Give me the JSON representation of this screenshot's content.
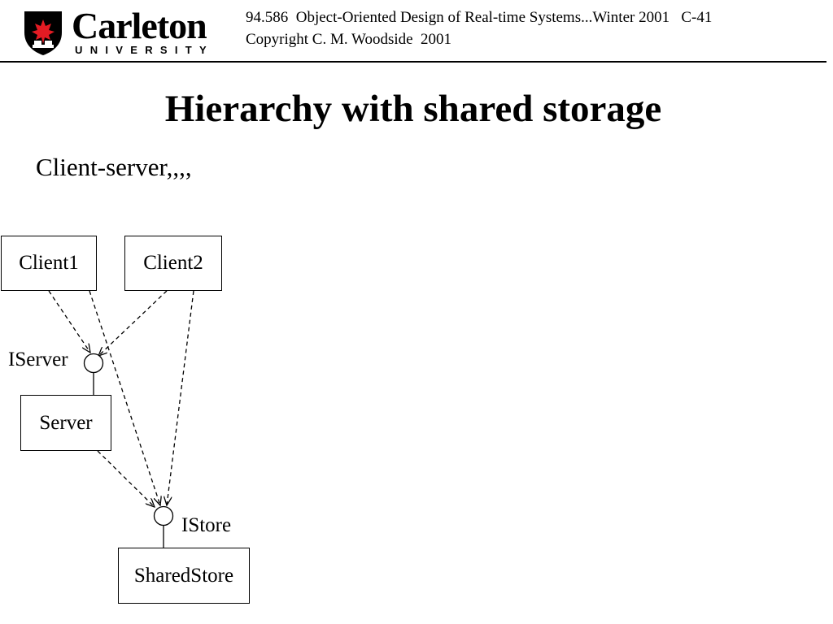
{
  "header": {
    "logo": {
      "wordmark": "Carleton",
      "subline": "UNIVERSITY",
      "brand_color": "#e31b23"
    },
    "course_line": "94.586  Object-Oriented Design of Real-time Systems...Winter 2001   C-41",
    "copyright_line": "Copyright C. M. Woodside  2001"
  },
  "slide": {
    "title": "Hierarchy with shared storage",
    "subtitle": "Client-server,,,,"
  },
  "diagram": {
    "nodes": {
      "client1": "Client1",
      "client2": "Client2",
      "server": "Server",
      "shared_store": "SharedStore"
    },
    "interfaces": {
      "iserver": "IServer",
      "istore": "IStore"
    },
    "dependencies": [
      {
        "from": "Client1",
        "to": "IServer",
        "style": "dashed-arrow"
      },
      {
        "from": "Client2",
        "to": "IServer",
        "style": "dashed-arrow"
      },
      {
        "from": "Client1",
        "to": "IStore",
        "style": "dashed-arrow"
      },
      {
        "from": "Client2",
        "to": "IStore",
        "style": "dashed-arrow"
      },
      {
        "from": "Server",
        "to": "IStore",
        "style": "dashed-arrow"
      }
    ],
    "realizations": [
      {
        "component": "Server",
        "interface": "IServer"
      },
      {
        "component": "SharedStore",
        "interface": "IStore"
      }
    ]
  }
}
